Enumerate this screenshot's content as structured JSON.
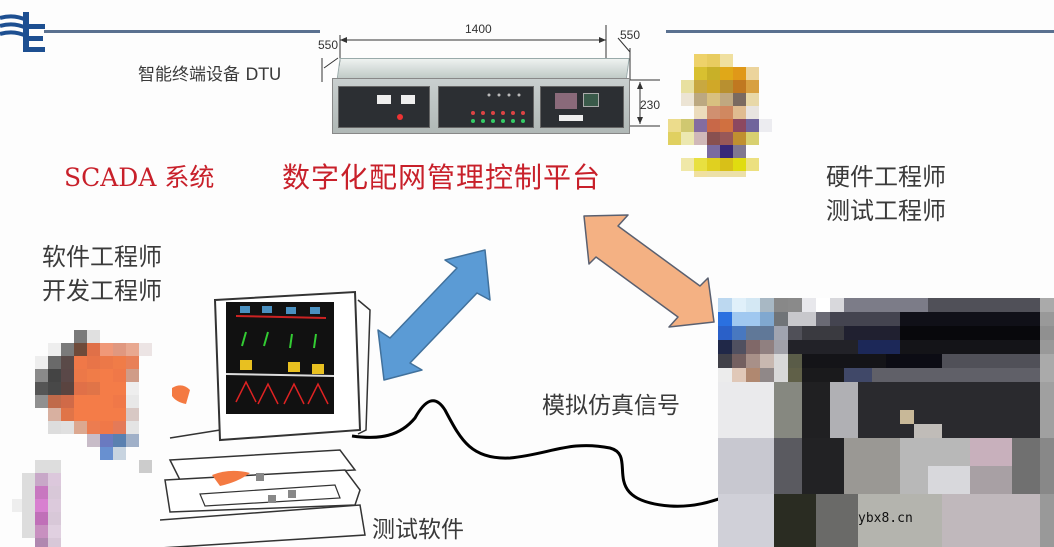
{
  "header": {
    "logo_icon": "state-grid-logo",
    "rule_color": "#5a7190"
  },
  "device": {
    "label": "智能终端设备 DTU",
    "dimensions": {
      "width": "1400",
      "depth_left": "550",
      "depth_right": "550",
      "height": "230"
    }
  },
  "titles": {
    "scada": "SCADA 系统",
    "platform": "数字化配网管理控制平台",
    "color": "#c8202a"
  },
  "roles": {
    "hardware": [
      "硬件工程师",
      "测试工程师"
    ],
    "software": [
      "软件工程师",
      "开发工程师"
    ]
  },
  "labels": {
    "signal": "模拟仿真信号",
    "test_software": "测试软件"
  },
  "arrows": {
    "left": {
      "color": "#5b9bd5",
      "direction": "bidirectional"
    },
    "right": {
      "color": "#f4b183",
      "direction": "bidirectional"
    }
  },
  "watermark": "ybx8.cn"
}
